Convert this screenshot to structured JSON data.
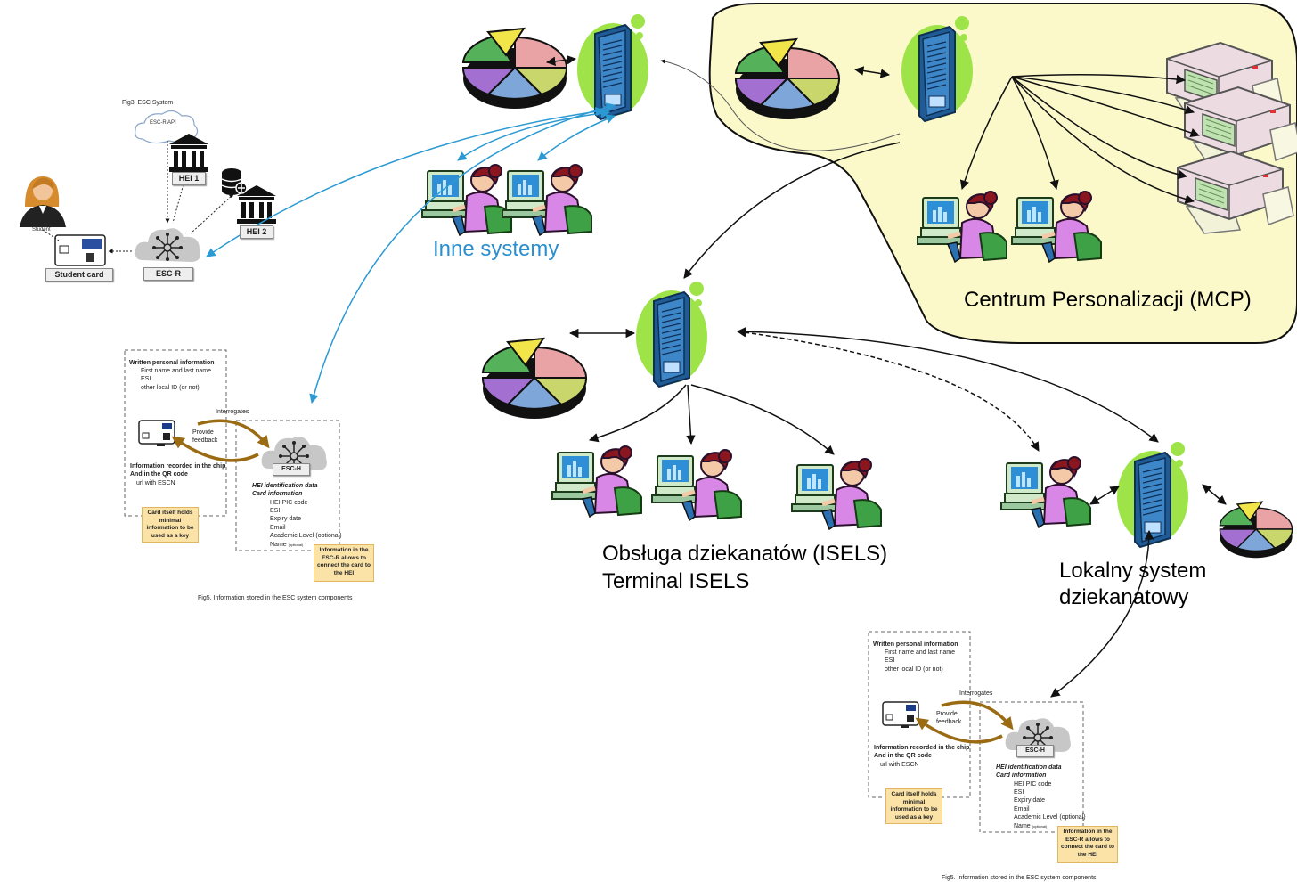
{
  "labels": {
    "inne_systemy": "Inne systemy",
    "centrum": "Centrum Personalizacji (MCP)",
    "obsluga_line1": "Obsługa dziekanatów (ISELS)",
    "obsluga_line2": "Terminal ISELS",
    "lokalny_line1": "Lokalny system",
    "lokalny_line2": "dziekanatowy"
  },
  "fig3": {
    "caption": "Fig3. ESC System",
    "api_label": "ESC-R API",
    "hei1": "HEI 1",
    "hei2": "HEI 2",
    "student": "Student",
    "student_card": "Student card",
    "escr": "ESC-R"
  },
  "fig5": {
    "written_title": "Written personal information",
    "written_items": [
      "First name and last name",
      "ESI",
      "other local ID (or not)"
    ],
    "interrogates": "Interrogates",
    "provide_feedback_1": "Provide",
    "provide_feedback_2": "feedback",
    "chip_title_1": "Information recorded in the chip",
    "chip_title_2": "And in the QR code",
    "chip_item": "url with ESCN",
    "esch": "ESC-H",
    "hei_id": "HEI identification data",
    "card_info": "Card information",
    "card_items": [
      "HEI PIC code",
      "ESI",
      "Expiry date",
      "Email",
      "Academic Level (optional)",
      "Name"
    ],
    "optional_tag": "(optional)",
    "note_left": "Card itself holds minimal information to be used as a key",
    "note_right": "Information in the ESC-R allows to connect the card to the HEI",
    "caption": "Fig5. Information stored in the ESC system components"
  },
  "colors": {
    "mcp_region": "#fbf9c9",
    "server_blob": "#9ee448",
    "server_body": "#3d86c8",
    "blue_arrow": "#2b9ad2",
    "feedback_arrow": "#9a6b13"
  },
  "icons": [
    "pie-chart-icon",
    "server-icon",
    "workstation-person-icon",
    "printer-icon",
    "bank-building-icon",
    "database-icon",
    "cloud-network-icon",
    "student-avatar-icon",
    "id-card-icon"
  ]
}
